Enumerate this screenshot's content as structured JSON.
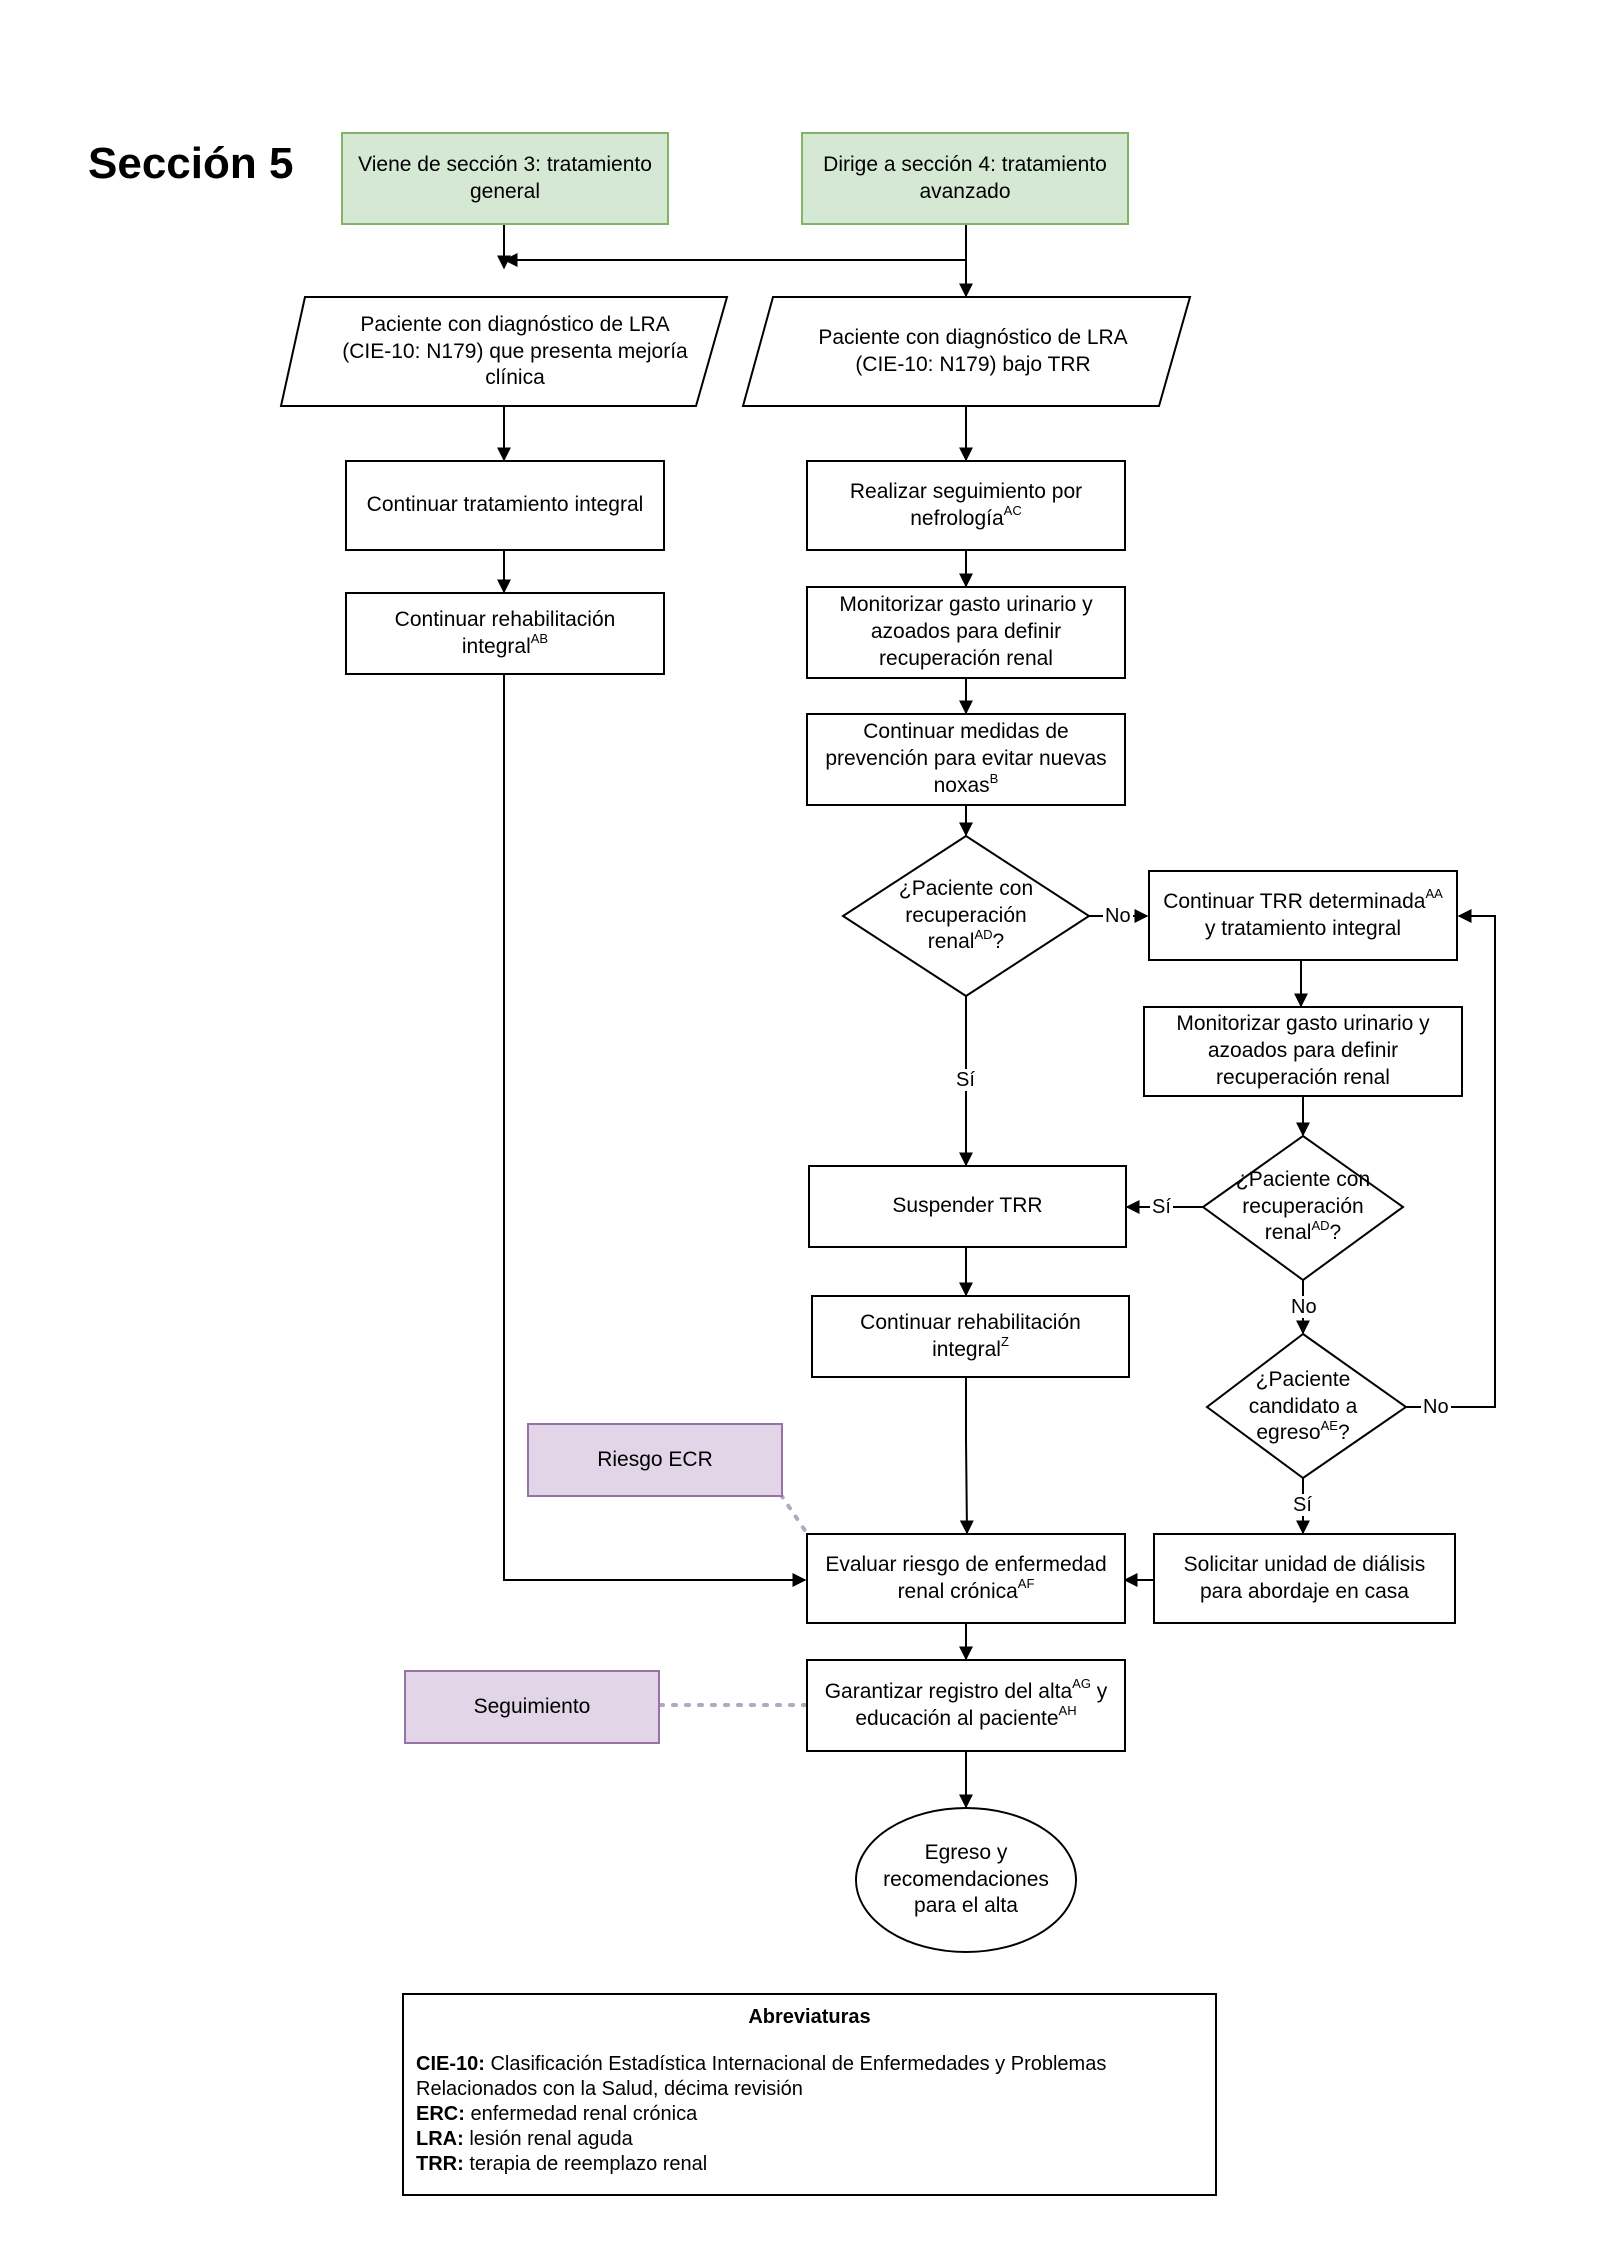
{
  "section_title": "Sección 5",
  "colors": {
    "green_fill": "#d5e8d4",
    "green_border": "#82b366",
    "purple_fill": "#e1d5e7",
    "purple_border": "#9673a6"
  },
  "nodes": {
    "from_section3": {
      "text": "Viene de sección 3: tratamiento general"
    },
    "to_section4": {
      "text": "Dirige a sección 4: tratamiento avanzado"
    },
    "patient_improvement": {
      "text": "Paciente con diagnóstico de LRA (CIE-10: N179) que presenta mejoría clínica"
    },
    "patient_trr": {
      "text": "Paciente con diagnóstico de LRA (CIE-10: N179) bajo TRR"
    },
    "continue_treatment": {
      "text": "Continuar tratamiento integral"
    },
    "continue_rehab_left": {
      "text": "Continuar rehabilitación integral",
      "sup": "AB"
    },
    "nephrology_followup": {
      "text": "Realizar seguimiento por nefrología",
      "sup": "AC"
    },
    "monitor_1": {
      "text": "Monitorizar gasto urinario y azoados para definir recuperación renal"
    },
    "prevention": {
      "text": "Continuar medidas de prevención para evitar nuevas noxas",
      "sup": "B"
    },
    "decision_recovery_1": {
      "pre": "¿Paciente con recuperación renal",
      "sup": "AD",
      "post": "?"
    },
    "continue_trr": {
      "pre": "Continuar TRR determinada",
      "sup": "AA",
      "post": " y tratamiento integral"
    },
    "monitor_2": {
      "text": "Monitorizar gasto urinario y azoados para definir recuperación renal"
    },
    "suspend_trr": {
      "text": "Suspender TRR"
    },
    "decision_recovery_2": {
      "pre": "¿Paciente con recuperación renal",
      "sup": "AD",
      "post": "?"
    },
    "continue_rehab_right": {
      "text": "Continuar rehabilitación integral",
      "sup": "Z"
    },
    "decision_discharge": {
      "pre": "¿Paciente candidato a egreso",
      "sup": "AE",
      "post": "?"
    },
    "risk_ecr": {
      "text": "Riesgo ECR"
    },
    "evaluate_ckd": {
      "text": "Evaluar riesgo de enfermedad renal crónica",
      "sup": "AF"
    },
    "home_dialysis": {
      "text": "Solicitar unidad de diálisis para abordaje en casa"
    },
    "followup": {
      "text": "Seguimiento"
    },
    "discharge_record": {
      "pre": "Garantizar registro del alta",
      "sup": "AG",
      "mid": " y educación al paciente",
      "sup2": "AH"
    },
    "egress": {
      "text": "Egreso y recomendaciones para el alta"
    }
  },
  "edge_labels": {
    "no": "No",
    "yes": "Sí"
  },
  "abbreviations": {
    "title": "Abreviaturas",
    "items": [
      {
        "term": "CIE-10:",
        "definition": " Clasificación Estadística Internacional de Enfermedades y Problemas Relacionados con la Salud, décima revisión"
      },
      {
        "term": "ERC:",
        "definition": " enfermedad renal crónica"
      },
      {
        "term": "LRA:",
        "definition": " lesión renal aguda"
      },
      {
        "term": "TRR:",
        "definition": " terapia de reemplazo renal"
      }
    ]
  }
}
